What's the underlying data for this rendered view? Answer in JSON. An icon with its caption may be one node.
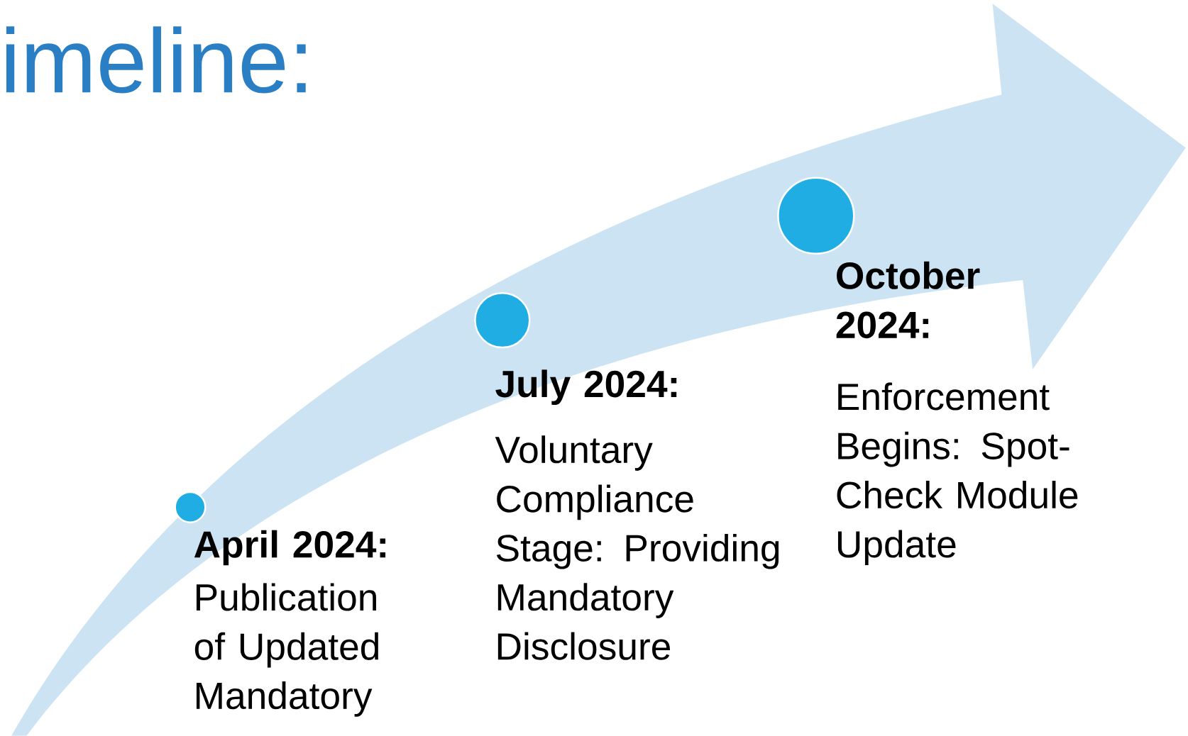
{
  "diagram": {
    "title": "imeline:",
    "nodes": [
      {
        "text": [],
        "shape": "circle",
        "beside": [
          "April 2024:",
          "Publication of Updated Mandatory"
        ]
      },
      {
        "text": [],
        "shape": "circle",
        "beside": [
          "July 2024:",
          "Voluntary Compliance Stage: Providing Mandatory Disclosure"
        ]
      },
      {
        "text": [],
        "shape": "circle",
        "beside": [
          "October 2024:",
          "Enforcement Begins: Spot-Check Module Update"
        ]
      }
    ]
  }
}
